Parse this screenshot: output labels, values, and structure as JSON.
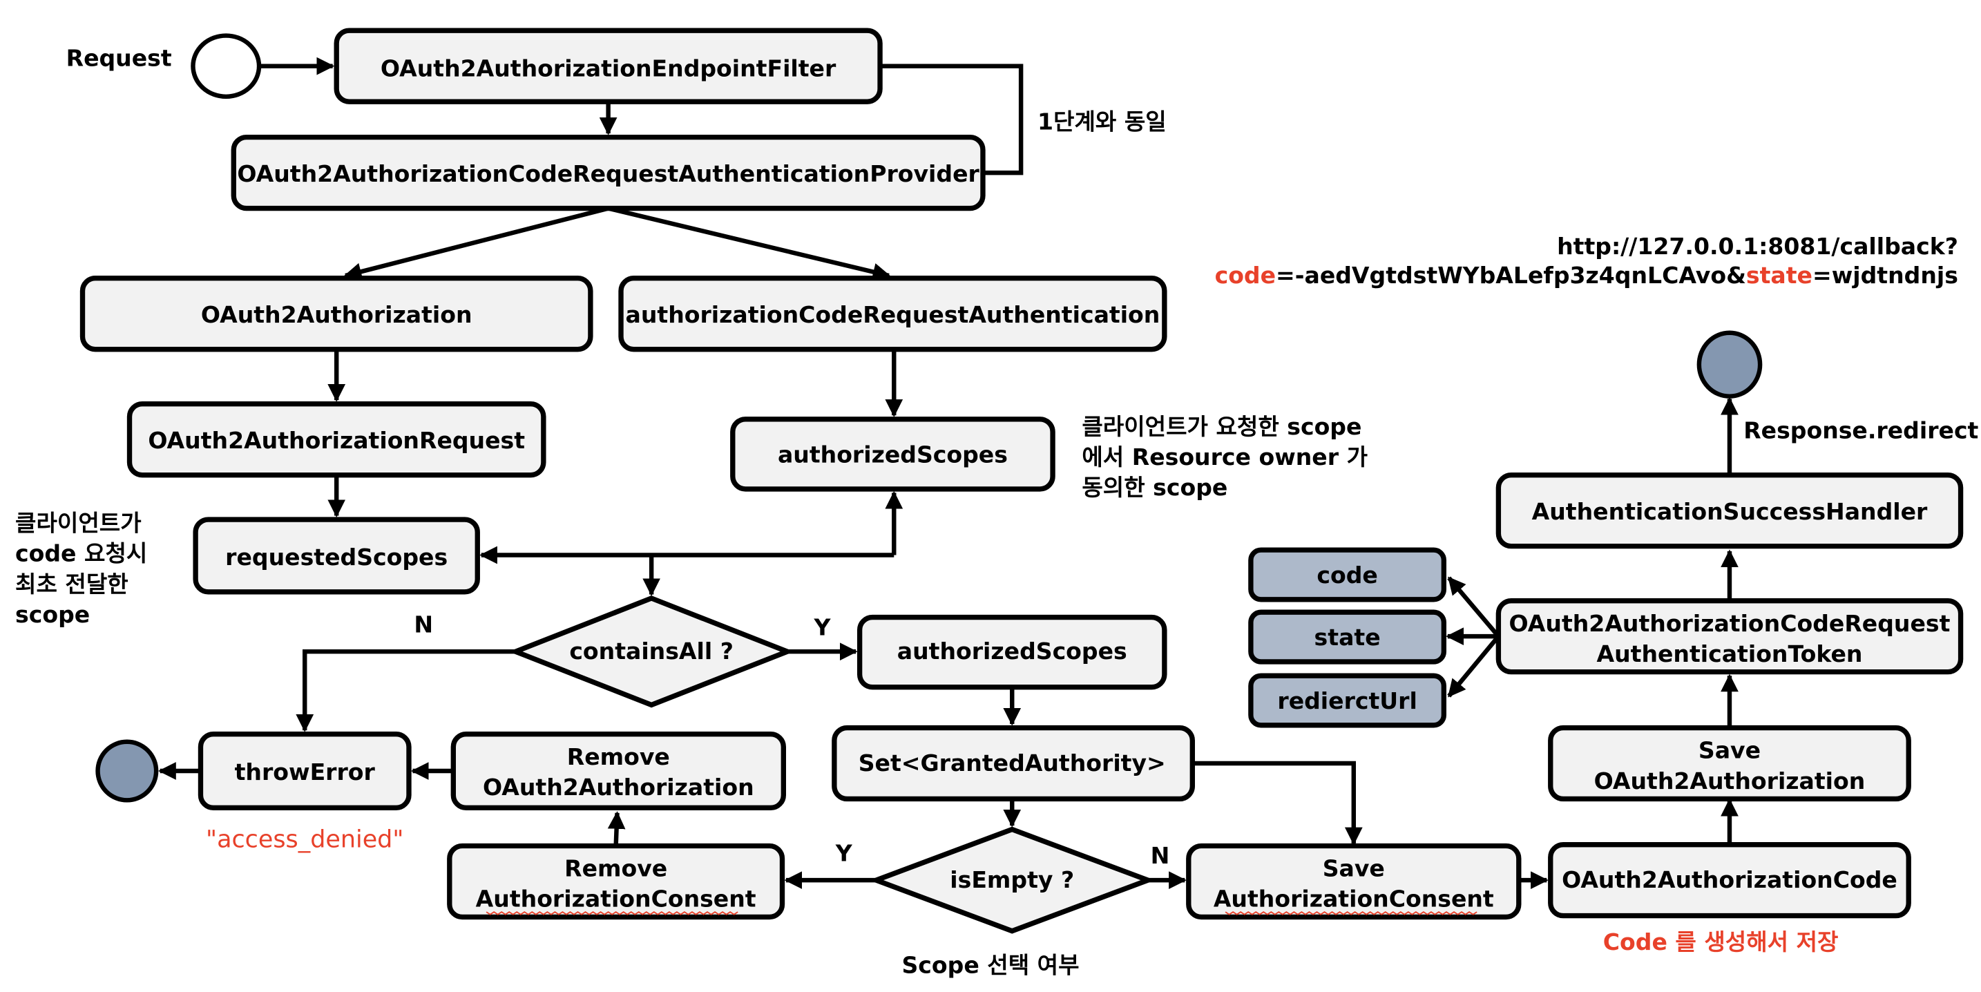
{
  "labels": {
    "request": "Request",
    "same_as_step1": "1단계와 동일",
    "callback_url_line1": "http://127.0.0.1:8081/callback?",
    "callback_code_key": "code",
    "callback_code_val": "=-aedVgtdstWYbALefp3z4qnLCAvo&",
    "callback_state_key": "state",
    "callback_state_val": "=wjdtndnjs",
    "response_redirect": "Response.redirect",
    "authorized_note_1": "클라이언트가 요청한  scope",
    "authorized_note_2": "에서 Resource owner 가",
    "authorized_note_3": "동의한 scope",
    "requested_note_1": "클라이언트가",
    "requested_note_2": "code 요청시",
    "requested_note_3": "최초 전달한",
    "requested_note_4": "scope",
    "n1": "N",
    "y1": "Y",
    "y2": "Y",
    "n2": "N",
    "access_denied": "\"access_denied\"",
    "scope_select": "Scope 선택 여부",
    "code_generate": "Code 를 생성해서 저장"
  },
  "nodes": {
    "endpoint_filter": "OAuth2AuthorizationEndpointFilter",
    "code_request_provider": "OAuth2AuthorizationCodeRequestAuthenticationProvider",
    "oauth2_authorization": "OAuth2Authorization",
    "code_request_authentication": "authorizationCodeRequestAuthentication",
    "authorization_request": "OAuth2AuthorizationRequest",
    "authorized_scopes_1": "authorizedScopes",
    "requested_scopes": "requestedScopes",
    "contains_all": "containsAll ?",
    "authorized_scopes_2": "authorizedScopes",
    "throw_error": "throwError",
    "remove_authorization_1": "Remove",
    "remove_authorization_2": "OAuth2Authorization",
    "set_granted_authority": "Set<GrantedAuthority>",
    "remove_consent_1": "Remove",
    "remove_consent_2": "AuthorizationConsent",
    "is_empty": "isEmpty ?",
    "save_consent_1": "Save",
    "save_consent_2": "AuthorizationConsent",
    "authorization_code": "OAuth2AuthorizationCode",
    "save_authorization_1": "Save",
    "save_authorization_2": "OAuth2Authorization",
    "token_1": "OAuth2AuthorizationCodeRequest",
    "token_2": "AuthenticationToken",
    "success_handler": "AuthenticationSuccessHandler",
    "code": "code",
    "state": "state",
    "redirect_url": "redierctUrl"
  },
  "colors": {
    "box_fill": "#f2f2f2",
    "param_fill": "#adb9ca",
    "end_fill": "#8497b0",
    "accent_red": "#e8412a"
  }
}
